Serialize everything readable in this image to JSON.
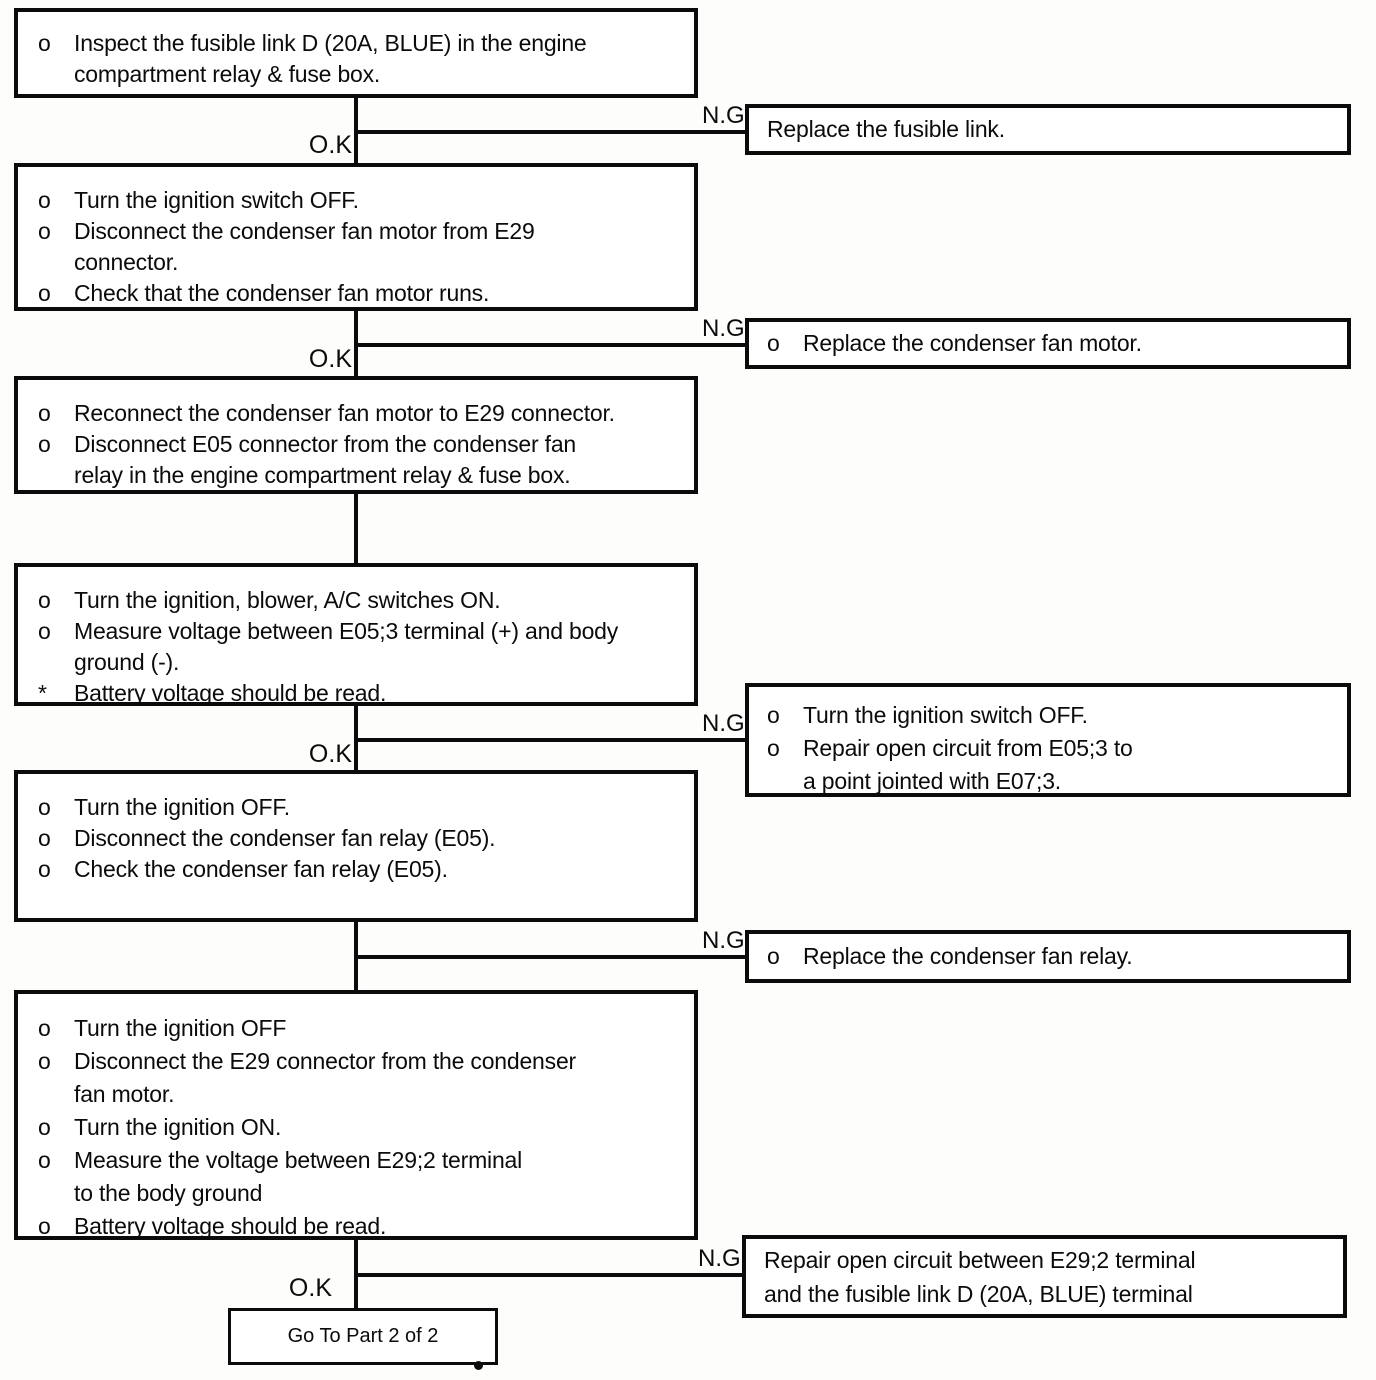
{
  "steps": [
    {
      "box": {
        "items": [
          {
            "marker": "o",
            "text": "Inspect the fusible link D (20A, BLUE) in the engine compartment relay & fuse box."
          }
        ]
      },
      "ok": "O.K",
      "ng": "N.G",
      "ng_box": {
        "items": [
          {
            "text": "Replace the fusible link."
          }
        ]
      }
    },
    {
      "box": {
        "items": [
          {
            "marker": "o",
            "text": "Turn the ignition switch OFF."
          },
          {
            "marker": "o",
            "text": "Disconnect the condenser fan motor from E29 connector."
          },
          {
            "marker": "o",
            "text": "Check that the condenser fan motor runs."
          }
        ]
      },
      "ok": "O.K",
      "ng": "N.G",
      "ng_box": {
        "items": [
          {
            "marker": "o",
            "text": "Replace the condenser fan motor."
          }
        ]
      }
    },
    {
      "box": {
        "items": [
          {
            "marker": "o",
            "text": "Reconnect the condenser fan motor to E29 connector."
          },
          {
            "marker": "o",
            "text": "Disconnect E05 connector from the condenser fan relay in the engine compartment relay & fuse box."
          }
        ]
      }
    },
    {
      "box": {
        "items": [
          {
            "marker": "o",
            "text": "Turn the ignition, blower, A/C switches ON."
          },
          {
            "marker": "o",
            "text": "Measure voltage between E05;3 terminal (+) and body ground (-)."
          },
          {
            "marker": "*",
            "text": "Battery voltage should be read."
          }
        ]
      },
      "ok": "O.K",
      "ng": "N.G",
      "ng_box": {
        "items": [
          {
            "marker": "o",
            "text": "Turn the ignition switch OFF."
          },
          {
            "marker": "o",
            "text": "Repair open circuit from E05;3 to a point jointed with E07;3."
          }
        ]
      }
    },
    {
      "box": {
        "items": [
          {
            "marker": "o",
            "text": "Turn the ignition OFF."
          },
          {
            "marker": "o",
            "text": "Disconnect the condenser fan relay (E05)."
          },
          {
            "marker": "o",
            "text": "Check the condenser fan relay (E05)."
          }
        ]
      },
      "ng": "N.G",
      "ng_box": {
        "items": [
          {
            "marker": "o",
            "text": "Replace the condenser fan relay."
          }
        ]
      }
    },
    {
      "box": {
        "items": [
          {
            "marker": "o",
            "text": "Turn the ignition OFF"
          },
          {
            "marker": "o",
            "text": "Disconnect the E29 connector from the condenser fan motor."
          },
          {
            "marker": "o",
            "text": "Turn the ignition ON."
          },
          {
            "marker": "o",
            "text": "Measure the voltage between E29;2 terminal to the body ground"
          },
          {
            "marker": "o",
            "text": "Battery voltage should be read."
          }
        ]
      },
      "ok": "O.K",
      "ng": "N.G",
      "ng_box": {
        "items": [
          {
            "text": "Repair open circuit between E29;2 terminal and the fusible link D (20A, BLUE) terminal"
          }
        ]
      }
    }
  ],
  "terminal": {
    "label": "Go To Part 2 of 2"
  }
}
